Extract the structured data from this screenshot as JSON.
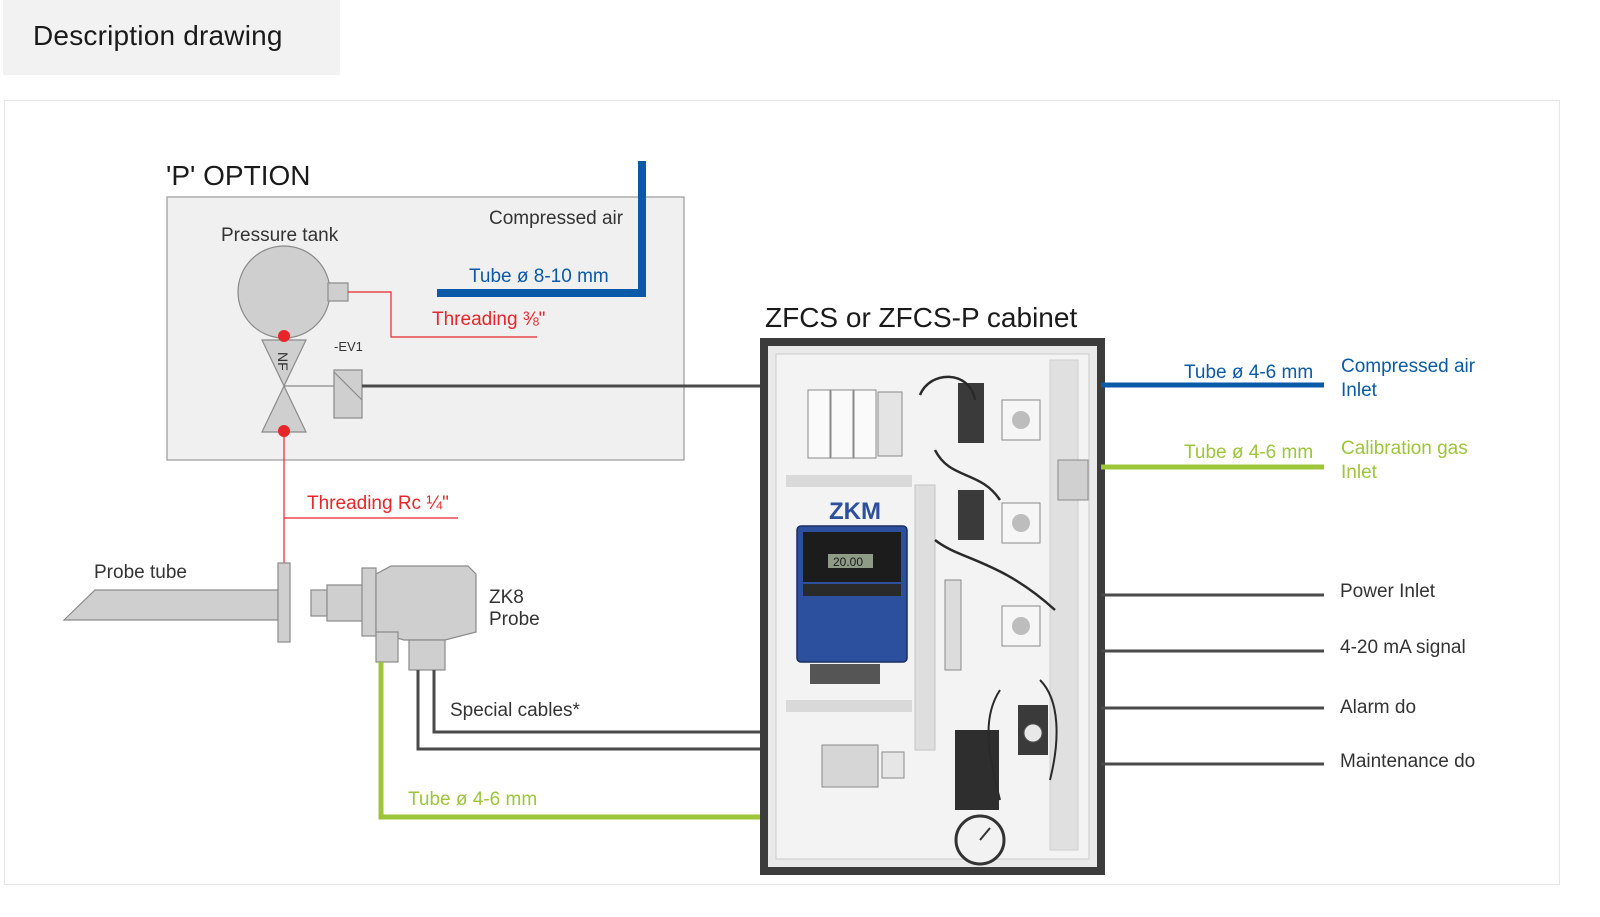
{
  "header": {
    "tab_label": "Description drawing"
  },
  "p_option": {
    "title": "'P' OPTION",
    "pressure_tank": "Pressure tank",
    "compressed_air": "Compressed air",
    "tube_8_10": "Tube ø 8-10 mm",
    "threading_3_8": "Threading ⅜\"",
    "valve_label": "NF",
    "ev_label": "-EV1"
  },
  "probe": {
    "threading_rc": "Threading  Rc ¼\"",
    "probe_tube": "Probe tube",
    "zk8_line1": "ZK8",
    "zk8_line2": "Probe",
    "special_cables": "Special cables*",
    "tube_4_6": "Tube ø 4-6 mm"
  },
  "cabinet": {
    "title": "ZFCS or ZFCS-P cabinet",
    "zkm_label": "ZKM",
    "display_text": "20.00"
  },
  "connections": {
    "air_tube": "Tube ø 4-6 mm",
    "air_line1": "Compressed air",
    "air_line2": "Inlet",
    "cal_tube": "Tube ø 4-6 mm",
    "cal_line1": "Calibration gas",
    "cal_line2": "Inlet",
    "power": "Power Inlet",
    "signal": "4-20 mA signal",
    "alarm": "Alarm do",
    "maintenance": "Maintenance do"
  },
  "colors": {
    "blue": "#0a5aa8",
    "green": "#9cc53a",
    "red": "#e8262a",
    "dark": "#4a4a4a"
  }
}
